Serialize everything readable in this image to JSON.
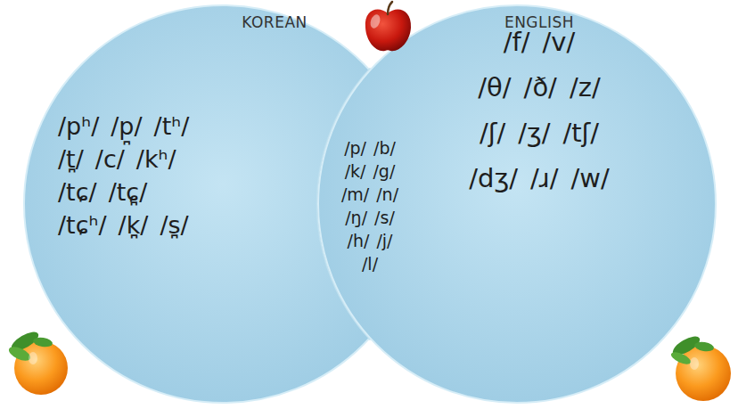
{
  "diagram": {
    "nodes": [
      {
        "text": [
          "KOREAN",
          "/pʰ/",
          "/p̪/",
          "/tʰ/",
          "/t̪/",
          "/c/",
          "/kʰ/",
          "/tɕ/",
          "/tɕ̪/",
          "/tɕʰ/",
          "/k̪/",
          "/s̪/"
        ]
      },
      {
        "text": [
          "/p/",
          "/b/",
          "/k/",
          "/g/",
          "/m/",
          "/n/",
          "/ŋ/",
          "/s/",
          "/h/",
          "/j/",
          "/l/"
        ]
      },
      {
        "text": [
          "ENGLISH",
          "/f/",
          "/v/",
          "/θ/",
          "/ð/",
          "/z/",
          "/ʃ/",
          "/ʒ/",
          "/tʃ/",
          "/dʒ/",
          "/ɹ/",
          "/w/"
        ]
      }
    ]
  }
}
